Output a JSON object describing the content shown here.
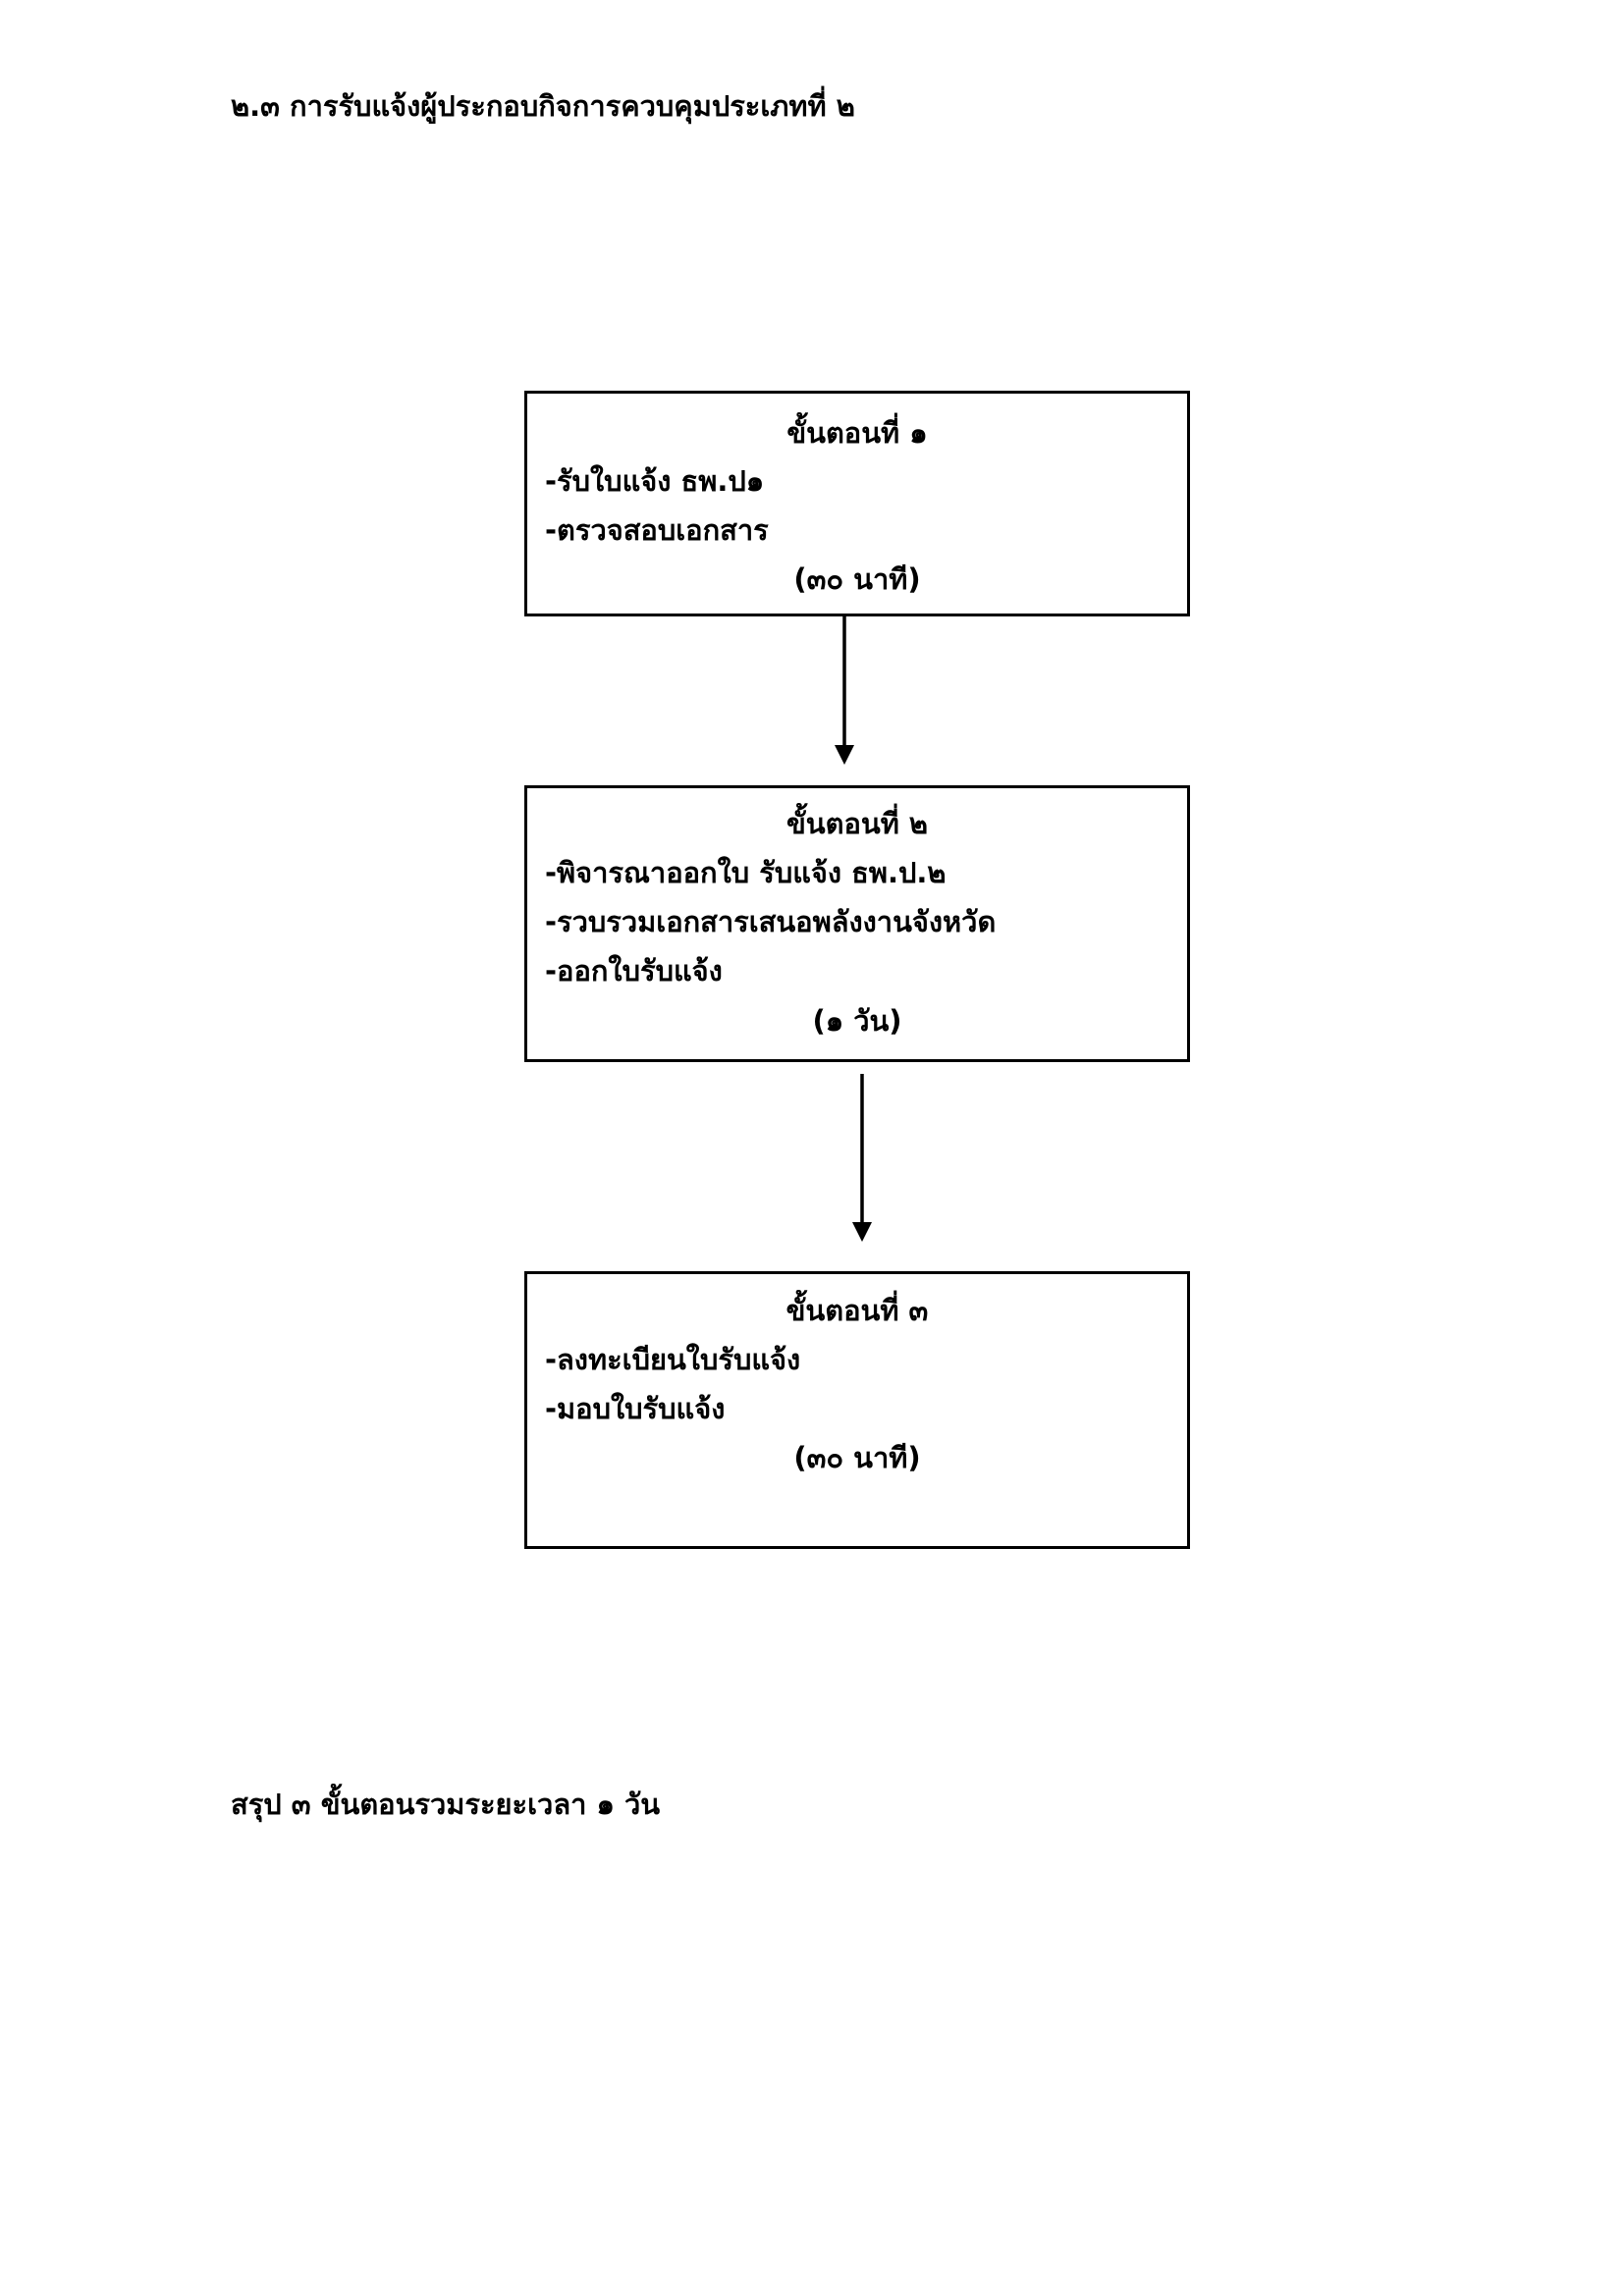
{
  "page": {
    "heading": "๒.๓ การรับแจ้งผู้ประกอบกิจการควบคุมประเภทที่ ๒",
    "summary": "สรุป ๓ ขั้นตอนรวมระยะเวลา ๑ วัน"
  },
  "steps": [
    {
      "title": "ขั้นตอนที่ ๑",
      "items": [
        "-รับใบแจ้ง ธพ.ป๑",
        "-ตรวจสอบเอกสาร"
      ],
      "duration": "(๓๐ นาที)"
    },
    {
      "title": "ขั้นตอนที่ ๒",
      "items": [
        "-พิจารณาออกใบ รับแจ้ง ธพ.ป.๒",
        "-รวบรวมเอกสารเสนอพลังงานจังหวัด",
        "-ออกใบรับแจ้ง"
      ],
      "duration": "(๑ วัน)"
    },
    {
      "title": "ขั้นตอนที่ ๓",
      "items": [
        "-ลงทะเบียนใบรับแจ้ง",
        "-มอบใบรับแจ้ง"
      ],
      "duration": "(๓๐ นาที)"
    }
  ]
}
